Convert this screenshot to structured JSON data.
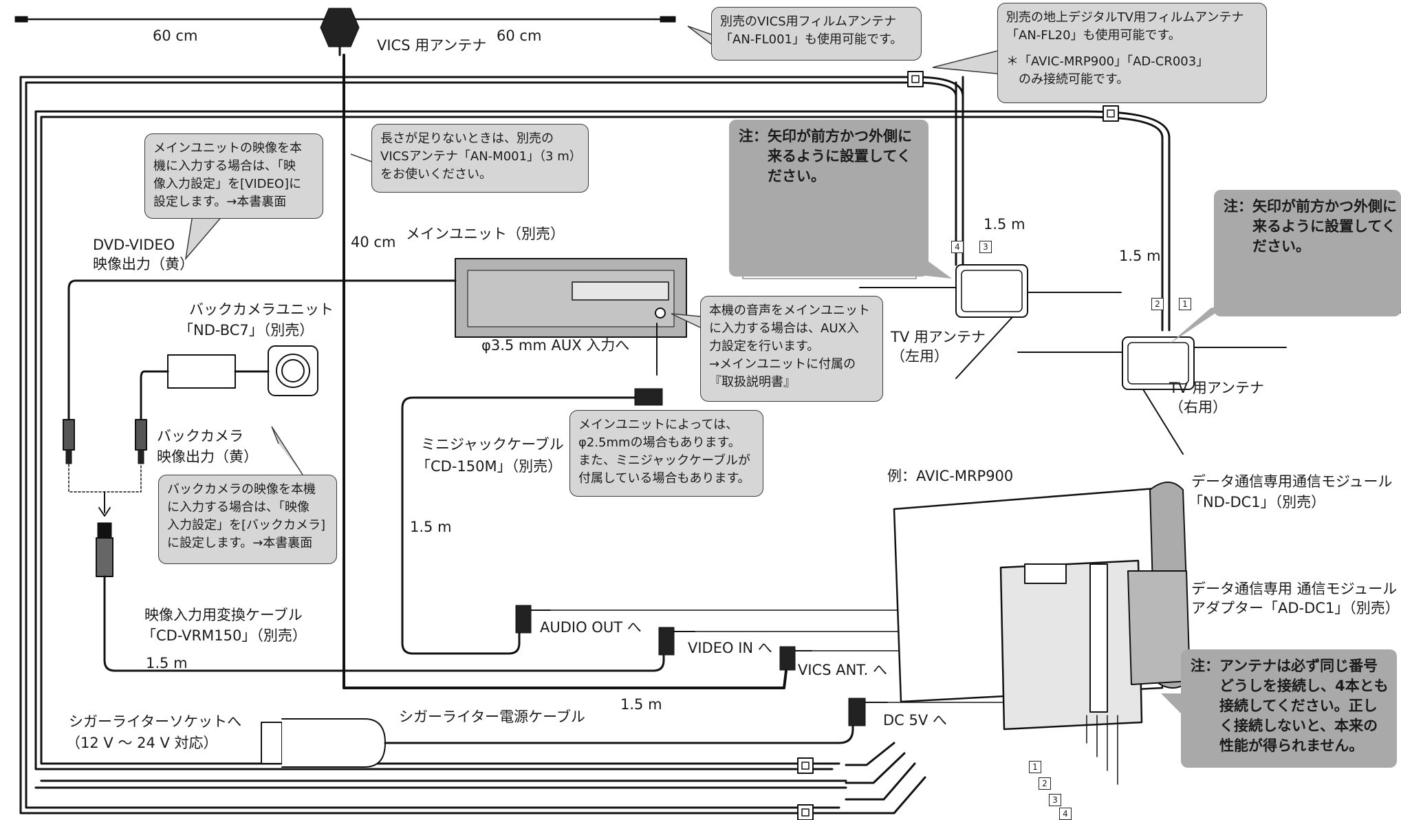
{
  "labels": {
    "len_60_left": "60 cm",
    "len_60_right": "60 cm",
    "vics_antenna": "VICS 用アンテナ",
    "len_40": "40 cm",
    "len_15_tv_left": "1.5 m",
    "len_15_tv_right": "1.5 m",
    "len_15_minijack": "1.5 m",
    "len_15_vrm": "1.5 m",
    "len_15_power": "1.5 m",
    "main_unit": "メインユニット（別売）",
    "aux_input": "φ3.5 mm AUX 入力へ",
    "tv_antenna_left_1": "TV 用アンテナ",
    "tv_antenna_left_2": "（左用）",
    "tv_antenna_right_1": "TV 用アンテナ",
    "tv_antenna_right_2": "（右用）",
    "dvd_video_1": "DVD-VIDEO",
    "dvd_video_2": "映像出力（黄）",
    "back_cam_unit_1": "バックカメラユニット",
    "back_cam_unit_2": "「ND-BC7」（別売）",
    "back_cam_out_1": "バックカメラ",
    "back_cam_out_2": "映像出力（黄）",
    "minijack_cable_1": "ミニジャックケーブル",
    "minijack_cable_2": "「CD-150M」（別売）",
    "vrm_cable_1": "映像入力用変換ケーブル",
    "vrm_cable_2": "「CD-VRM150」（別売）",
    "audio_out": "AUDIO OUT へ",
    "video_in": "VIDEO IN へ",
    "vics_ant": "VICS ANT. へ",
    "dc5v": "DC 5V へ",
    "cigar_socket_1": "シガーライターソケットへ",
    "cigar_socket_2": "（12 V ～ 24 V 対応）",
    "cigar_cable": "シガーライター電源ケーブル",
    "example": "例：AVIC-MRP900",
    "module_1": "データ通信専用通信モジュール",
    "module_2": "「ND-DC1」（別売）",
    "adapter_1": "データ通信専用 通信モジュール",
    "adapter_2": "アダプター「AD-DC1」（別売）",
    "num1": "1",
    "num2": "2",
    "num3": "3",
    "num4": "4"
  },
  "callouts": {
    "vics_film": [
      "別売のVICS用フィルムアンテナ",
      "「AN-FL001」も使用可能です。"
    ],
    "tv_film": [
      "別売の地上デジタルTV用フィルムアンテナ",
      "「AN-FL20」も使用可能です。",
      "",
      "＊「AVIC-MRP900」「AD-CR003」",
      "　のみ接続可能です。"
    ],
    "vics_length": [
      "長さが足りないときは、別売の",
      "VICSアンテナ「AN-M001」（3 m）",
      "をお使いください。"
    ],
    "main_video": [
      "メインユニットの映像を本",
      "機に入力する場合は、「映",
      "像入力設定」を[VIDEO]に",
      "設定します。→本書裏面"
    ],
    "aux_audio": [
      "本機の音声をメインユニット",
      "に入力する場合は、AUX入",
      "力設定を行います。",
      "→メインユニットに付属の",
      "『取扱説明書』"
    ],
    "minijack_note": [
      "メインユニットによっては、",
      "φ2.5mmの場合もあります。",
      "また、ミニジャックケーブルが",
      "付属している場合もあります。"
    ],
    "backcam_video": [
      "バックカメラの映像を本機",
      "に入力する場合は、「映像",
      "入力設定」を[バックカメラ]",
      "に設定します。→本書裏面"
    ]
  },
  "notes": {
    "arrow_left": [
      "注：矢印が前方かつ外側に",
      "　　来るように設置してく",
      "　　ださい。"
    ],
    "arrow_right": [
      "注：矢印が前方かつ外側に",
      "　　来るように設置してく",
      "　　ださい。"
    ],
    "antenna_order": [
      "注：アンテナは必ず同じ番号",
      "　　どうしを接続し、4本とも",
      "　　接続してください。正し",
      "　　く接続しないと、本来の",
      "　　性能が得られません。"
    ]
  }
}
